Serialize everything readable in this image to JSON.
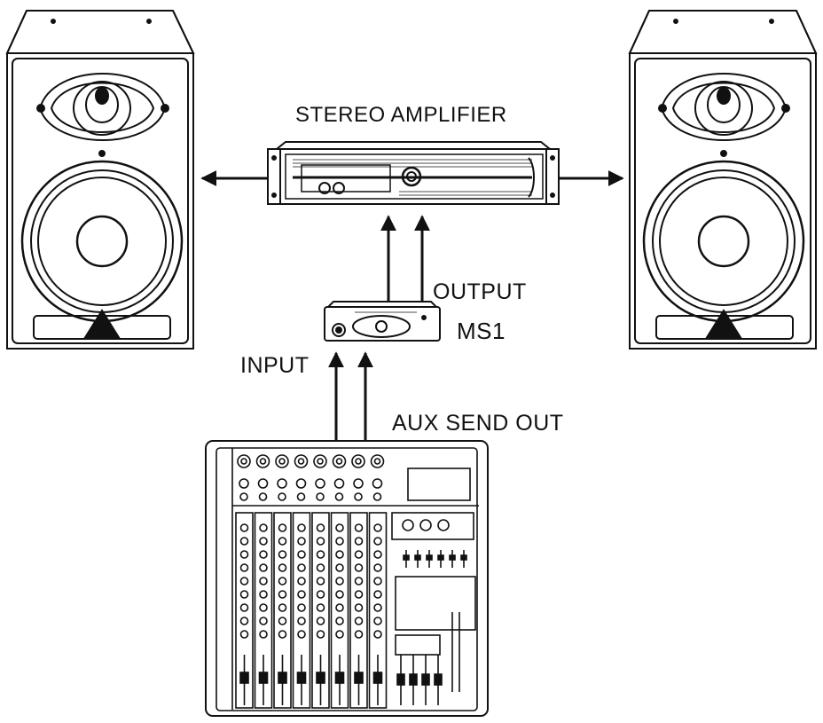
{
  "labels": {
    "amplifier": "STEREO AMPLIFIER",
    "output": "OUTPUT",
    "device": "MS1",
    "input": "INPUT",
    "aux_send": "AUX SEND OUT"
  },
  "colors": {
    "line": "#111111",
    "background": "#ffffff",
    "panel": "#f4f4f4"
  }
}
